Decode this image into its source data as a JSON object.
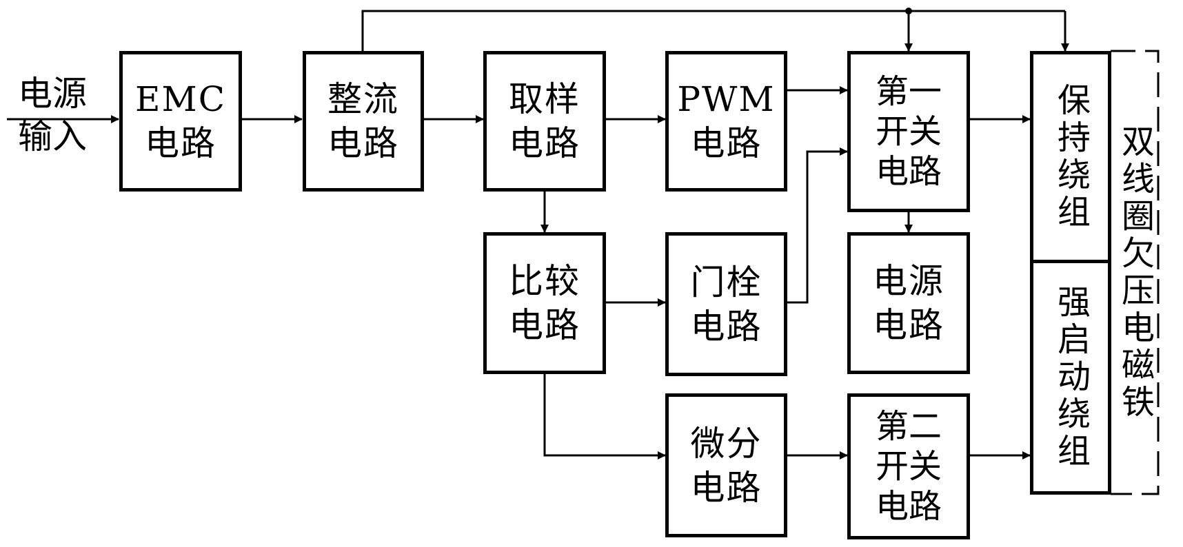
{
  "diagram": {
    "type": "block-diagram",
    "input_label": {
      "line1": "电源",
      "line2": "输入"
    },
    "blocks": {
      "emc": {
        "line1": "EMC",
        "line2": "电路"
      },
      "rectifier": {
        "line1": "整流",
        "line2": "电路"
      },
      "sampling": {
        "line1": "取样",
        "line2": "电路"
      },
      "pwm": {
        "line1": "PWM",
        "line2": "电路"
      },
      "switch1": {
        "line1": "第一",
        "line2": "开关",
        "line3": "电路"
      },
      "comparator": {
        "line1": "比较",
        "line2": "电路"
      },
      "latch": {
        "line1": "门栓",
        "line2": "电路"
      },
      "power": {
        "line1": "电源",
        "line2": "电路"
      },
      "differential": {
        "line1": "微分",
        "line2": "电路"
      },
      "switch2": {
        "line1": "第二",
        "line2": "开关",
        "line3": "电路"
      },
      "hold_winding": "保持绕组",
      "start_winding": "强启动绕组"
    },
    "group_label": "双线圈欠压电磁铁",
    "connections": [
      [
        "电源输入",
        "EMC电路"
      ],
      [
        "EMC电路",
        "整流电路"
      ],
      [
        "整流电路",
        "取样电路"
      ],
      [
        "取样电路",
        "PWM电路"
      ],
      [
        "PWM电路",
        "第一开关电路"
      ],
      [
        "整流电路",
        "第一开关电路"
      ],
      [
        "整流电路",
        "保持绕组"
      ],
      [
        "第一开关电路",
        "保持绕组"
      ],
      [
        "第一开关电路",
        "电源电路"
      ],
      [
        "取样电路",
        "比较电路"
      ],
      [
        "比较电路",
        "门栓电路"
      ],
      [
        "门栓电路",
        "第一开关电路"
      ],
      [
        "比较电路",
        "微分电路"
      ],
      [
        "微分电路",
        "第二开关电路"
      ],
      [
        "第二开关电路",
        "强启动绕组"
      ]
    ]
  }
}
